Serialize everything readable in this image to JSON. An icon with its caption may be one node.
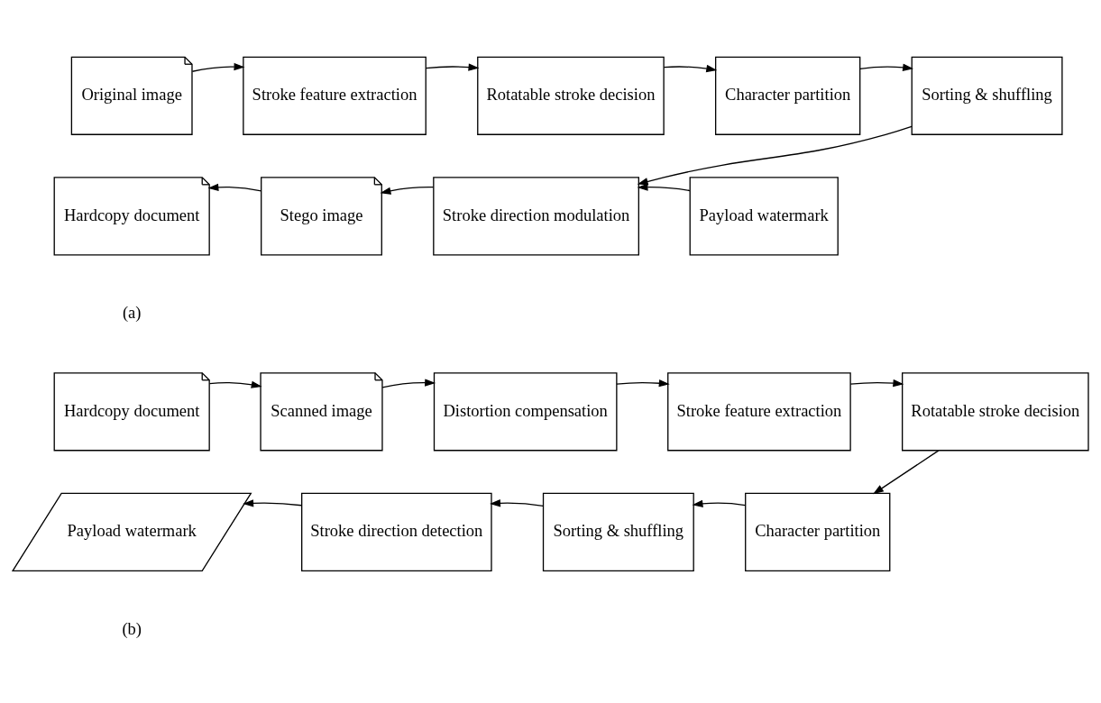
{
  "diagram": {
    "nodes": [
      {
        "text": [
          "Original image"
        ]
      },
      {
        "text": [
          "Stroke feature extraction"
        ]
      },
      {
        "text": [
          "Rotatable stroke decision"
        ]
      },
      {
        "text": [
          "Character partition"
        ]
      },
      {
        "text": [
          "Sorting & shuffling"
        ]
      },
      {
        "text": [
          "Stroke direction modulation"
        ]
      },
      {
        "text": [
          "Payload watermark"
        ]
      },
      {
        "text": [
          "Stego image"
        ]
      },
      {
        "text": [
          "Hardcopy document"
        ]
      },
      {
        "text": [
          "Hardcopy document"
        ]
      },
      {
        "text": [
          "Scanned image"
        ]
      },
      {
        "text": [
          "Distortion compensation"
        ]
      },
      {
        "text": [
          "Stroke feature extraction"
        ]
      },
      {
        "text": [
          "Rotatable stroke decision"
        ]
      },
      {
        "text": [
          "Character partition"
        ]
      },
      {
        "text": [
          "Sorting & shuffling"
        ]
      },
      {
        "text": [
          "Stroke direction detection"
        ]
      },
      {
        "text": [
          "Payload watermark"
        ]
      }
    ],
    "edges": [
      {
        "from": 0,
        "to": 1,
        "arrow": "to"
      },
      {
        "from": 1,
        "to": 2,
        "arrow": "to"
      },
      {
        "from": 2,
        "to": 3,
        "arrow": "to"
      },
      {
        "from": 3,
        "to": 4,
        "arrow": "to"
      },
      {
        "from": 4,
        "to": 5,
        "arrow": "to"
      },
      {
        "from": 6,
        "to": 5,
        "arrow": "to"
      },
      {
        "from": 5,
        "to": 7,
        "arrow": "to"
      },
      {
        "from": 7,
        "to": 8,
        "arrow": "to"
      },
      {
        "from": 9,
        "to": 10,
        "arrow": "to"
      },
      {
        "from": 10,
        "to": 11,
        "arrow": "to"
      },
      {
        "from": 11,
        "to": 12,
        "arrow": "to"
      },
      {
        "from": 12,
        "to": 13,
        "arrow": "to"
      },
      {
        "from": 13,
        "to": 14,
        "arrow": "to"
      },
      {
        "from": 14,
        "to": 15,
        "arrow": "to"
      },
      {
        "from": 15,
        "to": 16,
        "arrow": "to"
      },
      {
        "from": 16,
        "to": 17,
        "arrow": "to"
      }
    ],
    "labels": [
      "(a)",
      "(b)"
    ]
  }
}
